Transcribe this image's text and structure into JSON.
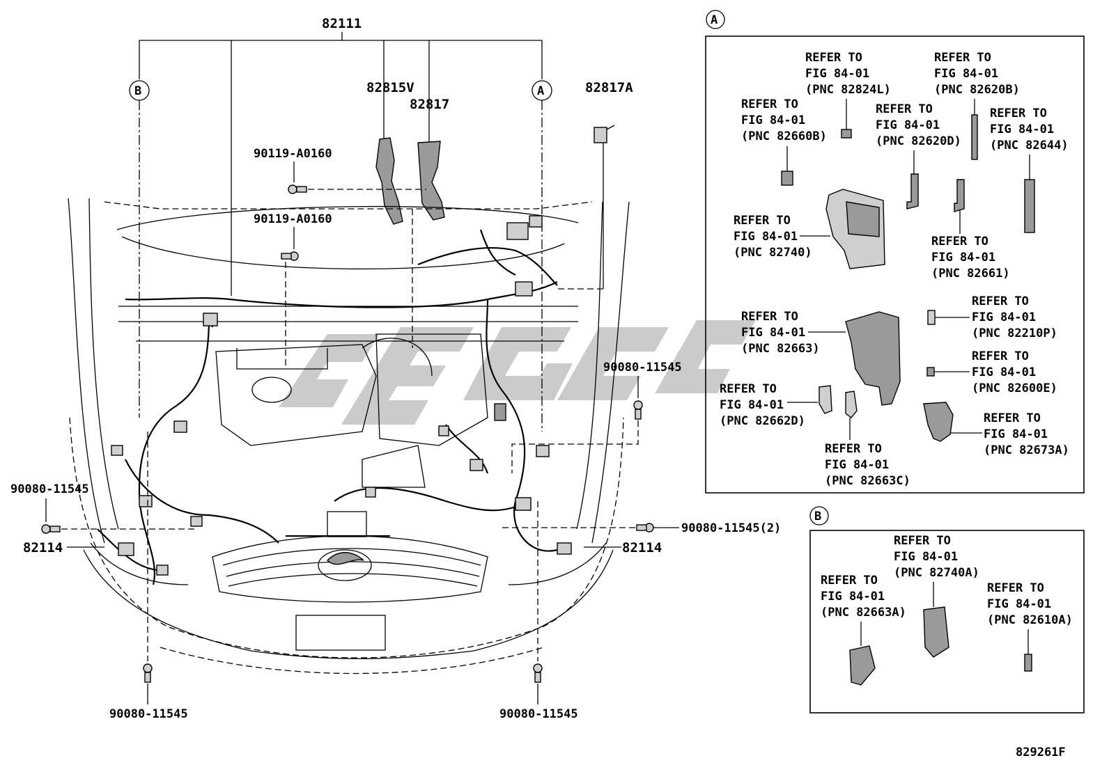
{
  "diagram": {
    "main_part": "82111",
    "top_labels": {
      "p82815v": "82815V",
      "p82817": "82817",
      "p82817a": "82817A"
    },
    "bolts": {
      "b1": "90119-A0160",
      "b2": "90119-A0160",
      "r1": "90080-11545",
      "r2": "90080-11545(2)",
      "l1": "90080-11545",
      "bl": "90080-11545",
      "br": "90080-11545"
    },
    "side_labels": {
      "left": "82114",
      "right": "82114"
    },
    "markers": {
      "a": "A",
      "b": "B"
    },
    "figure_id": "829261F"
  },
  "inset_a": {
    "marker": "A",
    "refs": [
      {
        "l1": "REFER TO",
        "l2": "FIG 84-01",
        "l3": "(PNC 82824L)"
      },
      {
        "l1": "REFER TO",
        "l2": "FIG 84-01",
        "l3": "(PNC 82620B)"
      },
      {
        "l1": "REFER TO",
        "l2": "FIG 84-01",
        "l3": "(PNC 82660B)"
      },
      {
        "l1": "REFER TO",
        "l2": "FIG 84-01",
        "l3": "(PNC 82620D)"
      },
      {
        "l1": "REFER TO",
        "l2": "FIG 84-01",
        "l3": "(PNC 82644)"
      },
      {
        "l1": "REFER TO",
        "l2": "FIG 84-01",
        "l3": "(PNC 82740)"
      },
      {
        "l1": "REFER TO",
        "l2": "FIG 84-01",
        "l3": "(PNC 82661)"
      },
      {
        "l1": "REFER TO",
        "l2": "FIG 84-01",
        "l3": "(PNC 82663)"
      },
      {
        "l1": "REFER TO",
        "l2": "FIG 84-01",
        "l3": "(PNC 82210P)"
      },
      {
        "l1": "REFER TO",
        "l2": "FIG 84-01",
        "l3": "(PNC 82600E)"
      },
      {
        "l1": "REFER TO",
        "l2": "FIG 84-01",
        "l3": "(PNC 82662D)"
      },
      {
        "l1": "REFER TO",
        "l2": "FIG 84-01",
        "l3": "(PNC 82673A)"
      },
      {
        "l1": "REFER TO",
        "l2": "FIG 84-01",
        "l3": "(PNC 82663C)"
      }
    ]
  },
  "inset_b": {
    "marker": "B",
    "refs": [
      {
        "l1": "REFER TO",
        "l2": "FIG 84-01",
        "l3": "(PNC 82740A)"
      },
      {
        "l1": "REFER TO",
        "l2": "FIG 84-01",
        "l3": "(PNC 82663A)"
      },
      {
        "l1": "REFER TO",
        "l2": "FIG 84-01",
        "l3": "(PNC 82610A)"
      }
    ]
  }
}
